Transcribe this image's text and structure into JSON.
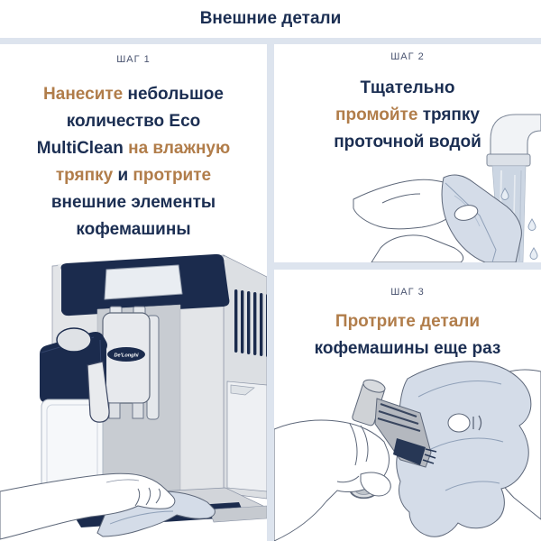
{
  "header": {
    "title": "Внешние детали"
  },
  "brand": "De'Longhi",
  "colors": {
    "navy": "#1b2e52",
    "accent": "#b17d4a",
    "step_label": "#4a5470",
    "divider": "#dde4ee",
    "panel_bg": "#ffffff",
    "ill_navy": "#1b2b4d",
    "ill_outline": "#5d6779",
    "machine_light": "#e3e5e8",
    "machine_mid": "#cfd3d8",
    "machine_recess": "#c8ccd2",
    "cloth_blue": "#d4dce8",
    "water_blue": "#ccd6e3",
    "screen_gray": "#e9edf2"
  },
  "steps": [
    {
      "label": "ШАГ 1",
      "illustration": "coffee-machine-wipe",
      "lines": [
        [
          {
            "text": "Нанесите ",
            "style": "accent"
          },
          {
            "text": "небольшое",
            "style": "normal"
          }
        ],
        [
          {
            "text": "количество Eco",
            "style": "normal"
          }
        ],
        [
          {
            "text": "MultiClean ",
            "style": "normal"
          },
          {
            "text": "на влажную",
            "style": "accent"
          }
        ],
        [
          {
            "text": "тряпку ",
            "style": "accent"
          },
          {
            "text": "и ",
            "style": "normal"
          },
          {
            "text": "протрите",
            "style": "accent"
          }
        ],
        [
          {
            "text": "внешние элементы",
            "style": "normal"
          }
        ],
        [
          {
            "text": "кофемашины",
            "style": "normal"
          }
        ]
      ]
    },
    {
      "label": "ШАГ 2",
      "illustration": "rinse-cloth-under-tap",
      "lines": [
        [
          {
            "text": "Тщательно",
            "style": "normal"
          }
        ],
        [
          {
            "text": "промойте ",
            "style": "accent"
          },
          {
            "text": "тряпку",
            "style": "normal"
          }
        ],
        [
          {
            "text": "проточной водой",
            "style": "normal"
          }
        ]
      ]
    },
    {
      "label": "ШАГ 3",
      "illustration": "wipe-part-with-cloth",
      "lines": [
        [
          {
            "text": "Протрите детали",
            "style": "accent"
          }
        ],
        [
          {
            "text": "кофемашины еще раз",
            "style": "normal"
          }
        ]
      ]
    }
  ]
}
